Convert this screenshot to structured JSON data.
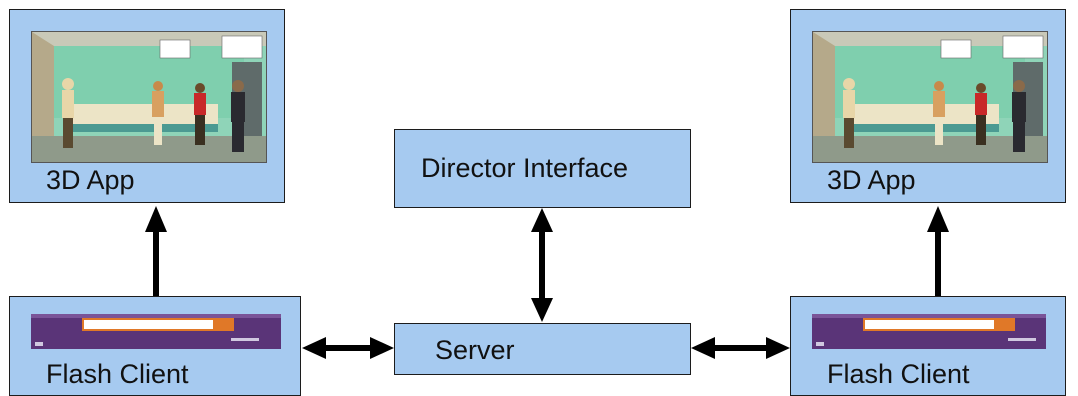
{
  "nodes": {
    "app_left": {
      "label": "3D App"
    },
    "director": {
      "label": "Director Interface"
    },
    "app_right": {
      "label": "3D App"
    },
    "flash_left": {
      "label": "Flash Client"
    },
    "server": {
      "label": "Server"
    },
    "flash_right": {
      "label": "Flash Client"
    }
  },
  "connections": [
    {
      "from": "flash_left",
      "to": "app_left",
      "direction": "one-way"
    },
    {
      "from": "flash_right",
      "to": "app_right",
      "direction": "one-way"
    },
    {
      "from": "director",
      "to": "server",
      "direction": "two-way"
    },
    {
      "from": "flash_left",
      "to": "server",
      "direction": "two-way"
    },
    {
      "from": "server",
      "to": "flash_right",
      "direction": "two-way"
    }
  ],
  "colors": {
    "node_fill": "#a6caf0",
    "node_border": "#1c1c1c",
    "arrow": "#000000",
    "scene_wall": "#8fd4b8",
    "flash_bar": "#5a3478",
    "flash_input_border": "#e07828"
  }
}
